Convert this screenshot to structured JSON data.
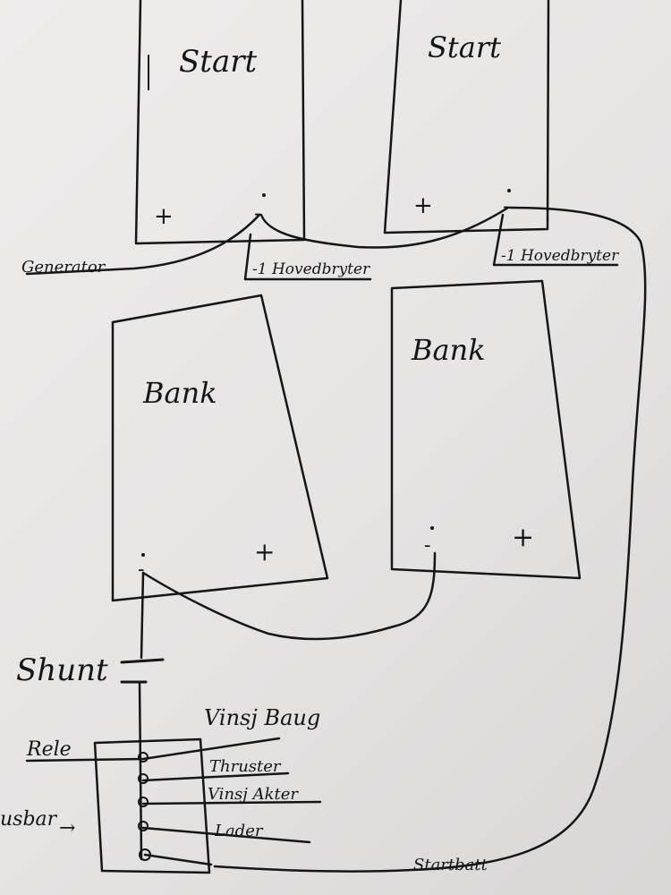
{
  "batteries": {
    "start_left": {
      "label": "Start",
      "plus": "+",
      "minus": "-"
    },
    "start_right": {
      "label": "Start",
      "plus": "+",
      "minus": "-"
    },
    "bank_left": {
      "label": "Bank",
      "plus": "+",
      "minus": "-"
    },
    "bank_right": {
      "label": "Bank",
      "plus": "+",
      "minus": "-"
    }
  },
  "labels": {
    "generator": "Generator",
    "main_switch_left": "-1 Hovedbryter",
    "main_switch_right": "-1 Hovedbryter",
    "shunt": "Shunt",
    "rele": "Rele",
    "busbar": "usbar",
    "busbar_arrow": "→",
    "vinsj_baug": "Vinsj Baug",
    "thruster": "Thruster",
    "vinsj_akter": "Vinsj Akter",
    "lader": "Lader",
    "startbatt": "Startbatt"
  },
  "colors": {
    "ink": "#151515",
    "paper": "#ebe9e8"
  }
}
